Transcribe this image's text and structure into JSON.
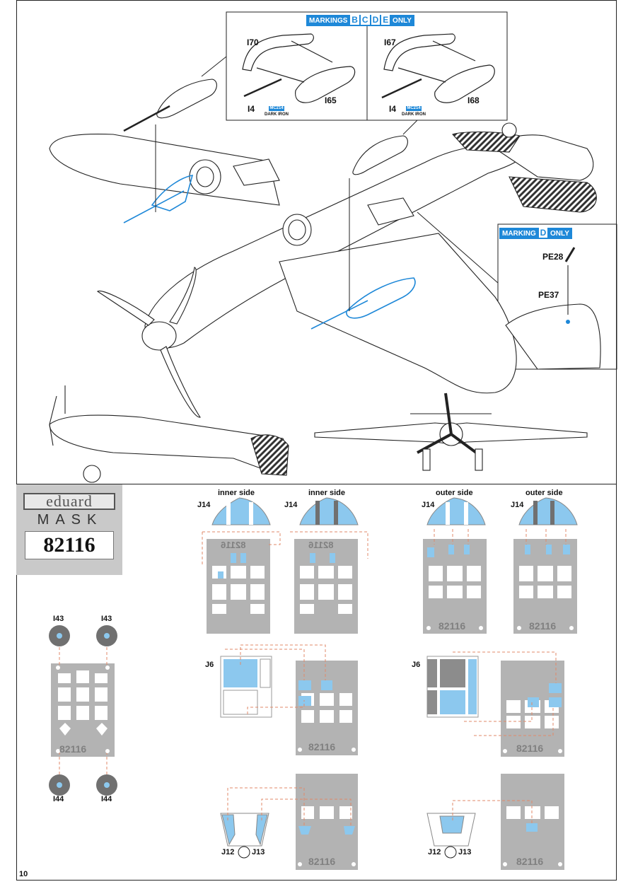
{
  "banners": {
    "top": {
      "prefix": "MARKINGS",
      "letters": [
        "B",
        "C",
        "D",
        "E"
      ],
      "suffix": "ONLY"
    },
    "right": {
      "prefix": "MARKING",
      "letters": [
        "D"
      ],
      "suffix": "ONLY"
    }
  },
  "parts": {
    "i70": "I70",
    "i67": "I67",
    "i65": "I65",
    "i68": "I68",
    "i4a": "I4",
    "i4b": "I4",
    "pe28": "PE28",
    "pe37": "PE37"
  },
  "paint": {
    "code": "MC214",
    "name": "DARK IRON"
  },
  "mask_logo": {
    "brand": "eduard",
    "word": "MASK",
    "number": "82116"
  },
  "mask_headers": [
    "inner side",
    "inner side",
    "outer side",
    "outer side"
  ],
  "mask_labels": {
    "j14": "J14",
    "j6": "J6",
    "j12": "J12",
    "j13": "J13",
    "i43": "I43",
    "i44": "I44",
    "sheet_num": "82116"
  },
  "page_number": "10",
  "colors": {
    "accent": "#1e88d8",
    "mask_blue": "#8cc8ee",
    "sheet_gray": "#b3b3b3",
    "guide": "#e08a6a"
  }
}
